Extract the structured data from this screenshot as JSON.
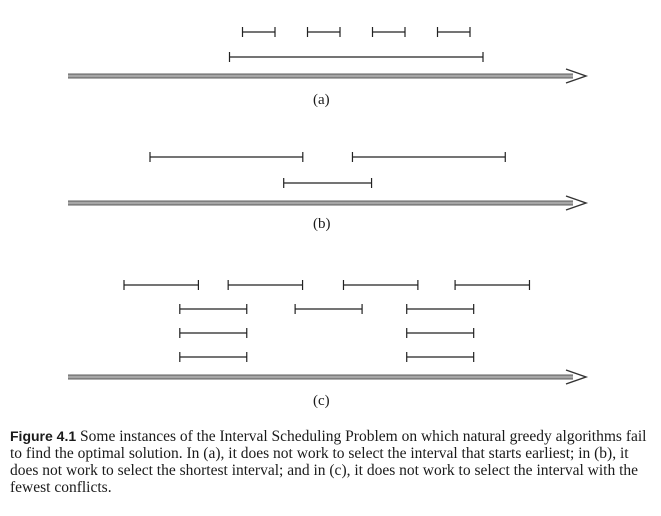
{
  "figure": {
    "panels": [
      {
        "label": "(a)",
        "intervals": [
          {
            "start": 1,
            "end": 2
          },
          {
            "start": 3,
            "end": 4
          },
          {
            "start": 5,
            "end": 6
          },
          {
            "start": 7,
            "end": 8
          },
          {
            "start": 0.6,
            "end": 8.4
          }
        ]
      },
      {
        "label": "(b)",
        "intervals": [
          {
            "start": 0,
            "end": 4
          },
          {
            "start": 5.3,
            "end": 9.3
          },
          {
            "start": 3.5,
            "end": 5.8
          }
        ]
      },
      {
        "label": "(c)",
        "intervals": [
          {
            "start": 0,
            "end": 2
          },
          {
            "start": 2.8,
            "end": 4.8
          },
          {
            "start": 5.9,
            "end": 7.9
          },
          {
            "start": 8.9,
            "end": 10.9
          },
          {
            "start": 1.5,
            "end": 3.3
          },
          {
            "start": 4.6,
            "end": 6.4
          },
          {
            "start": 7.6,
            "end": 9.4
          },
          {
            "start": 1.5,
            "end": 3.3
          },
          {
            "start": 7.6,
            "end": 9.4
          },
          {
            "start": 1.5,
            "end": 3.3
          },
          {
            "start": 7.6,
            "end": 9.4
          }
        ]
      }
    ]
  },
  "caption": {
    "figure_number": "Figure 4.1",
    "text": "Some instances of the Interval Scheduling Problem on which natural greedy algorithms fail to find the optimal solution. In (a), it does not work to select the interval that starts earliest; in (b), it does not work to select the shortest interval; and in (c), it does not work to select the interval with the fewest conflicts."
  }
}
